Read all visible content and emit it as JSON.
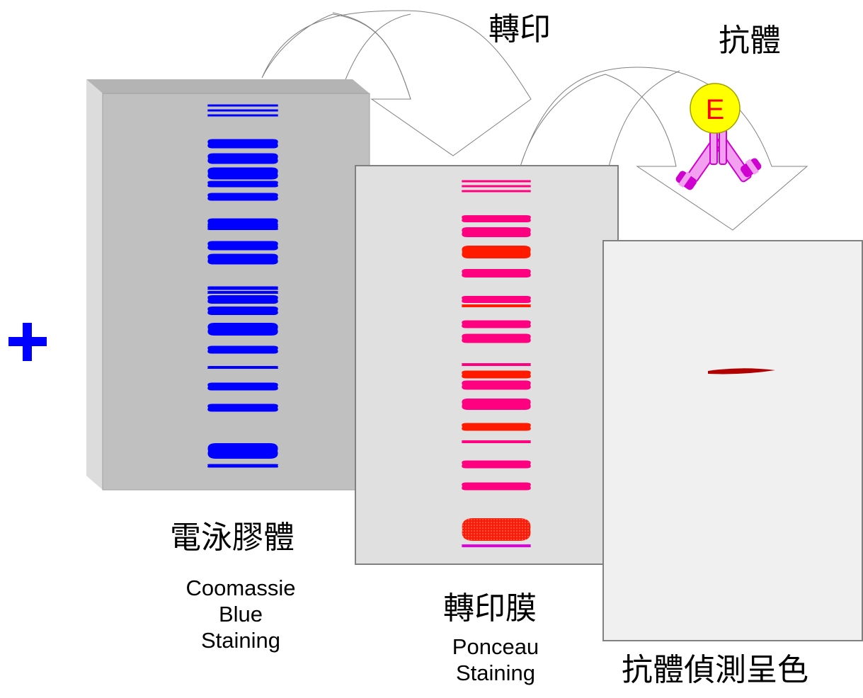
{
  "labels": {
    "transfer": "轉印",
    "antibody": "抗體",
    "gel_title": "電泳膠體",
    "gel_sub": [
      "Coomassie",
      "Blue",
      "Staining"
    ],
    "membrane_title": "轉印膜",
    "membrane_sub": [
      "Ponceau",
      "Staining"
    ],
    "detection_title": "抗體偵測呈色",
    "enzyme_letter": "E"
  },
  "colors": {
    "coomassie_band": "#0000ff",
    "ponceau_band": "#ff0080",
    "ponceau_band_strong": "#ff1a00",
    "detected_band": "#b00000",
    "plus_sign": "#0000ff",
    "antibody_pink": "#f4a0f0",
    "antibody_magenta": "#d000d0",
    "enzyme_yellow": "#ffff00",
    "enzyme_letter": "#ff0000"
  },
  "icons": [
    "plus-icon",
    "transfer-arrow-icon",
    "antibody-icon",
    "enzyme-icon"
  ]
}
